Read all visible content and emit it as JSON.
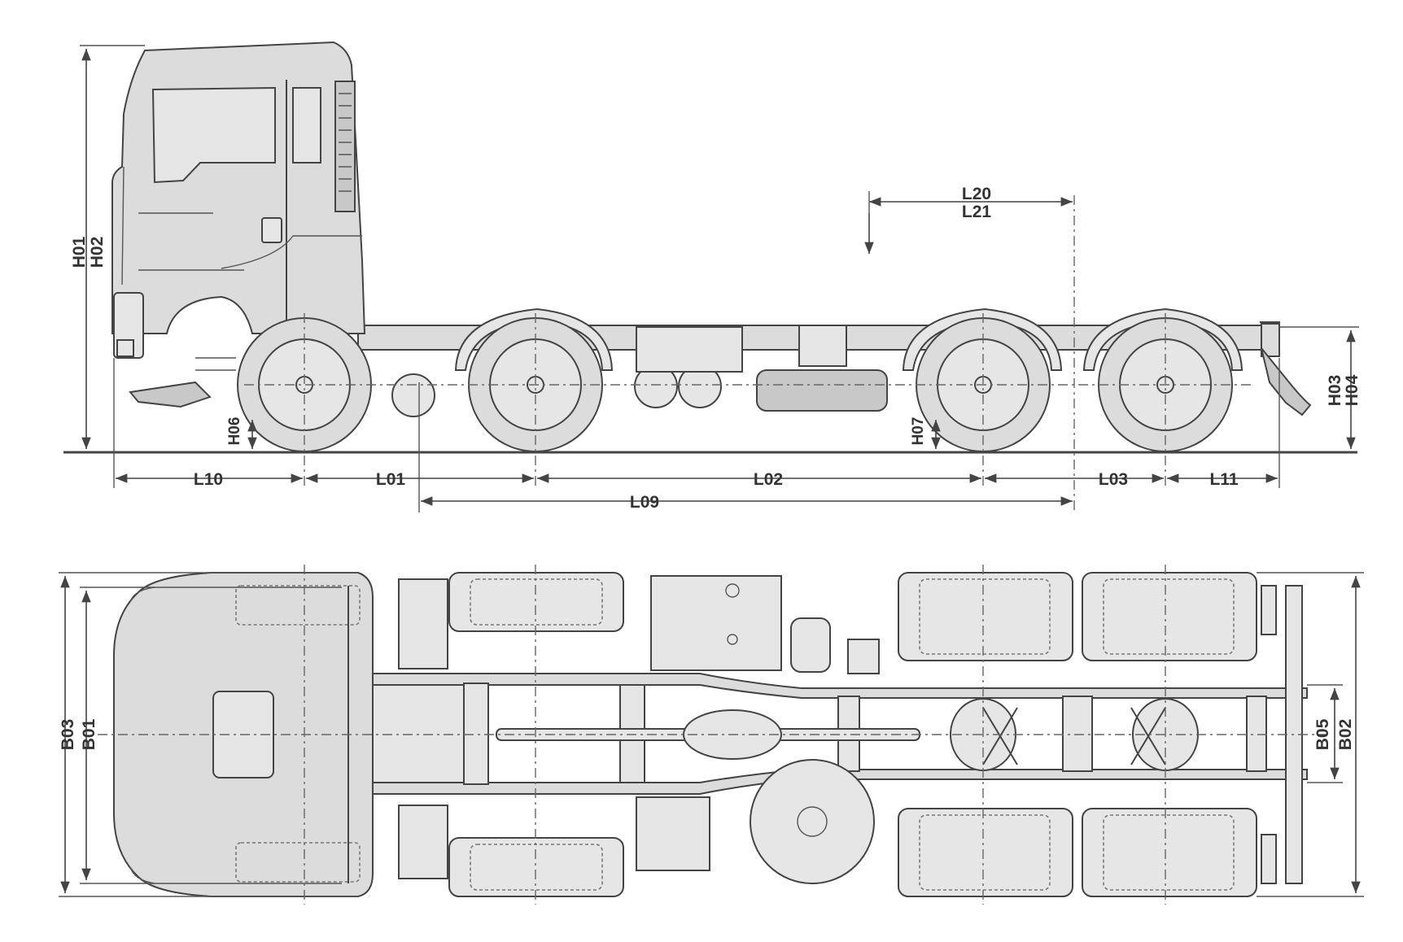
{
  "side_view": {
    "labels": {
      "H01": "H01",
      "H02": "H02",
      "H03": "H03",
      "H04": "H04",
      "H06": "H06",
      "H07": "H07",
      "L20": "L20",
      "L21": "L21",
      "L10": "L10",
      "L01": "L01",
      "L02": "L02",
      "L03": "L03",
      "L11": "L11",
      "L09": "L09"
    }
  },
  "top_view": {
    "labels": {
      "B03": "B03",
      "B01": "B01",
      "B05": "B05",
      "B02": "B02"
    }
  },
  "colors": {
    "fill": "#dcdcdc",
    "stroke": "#444444",
    "background": "#ffffff"
  }
}
